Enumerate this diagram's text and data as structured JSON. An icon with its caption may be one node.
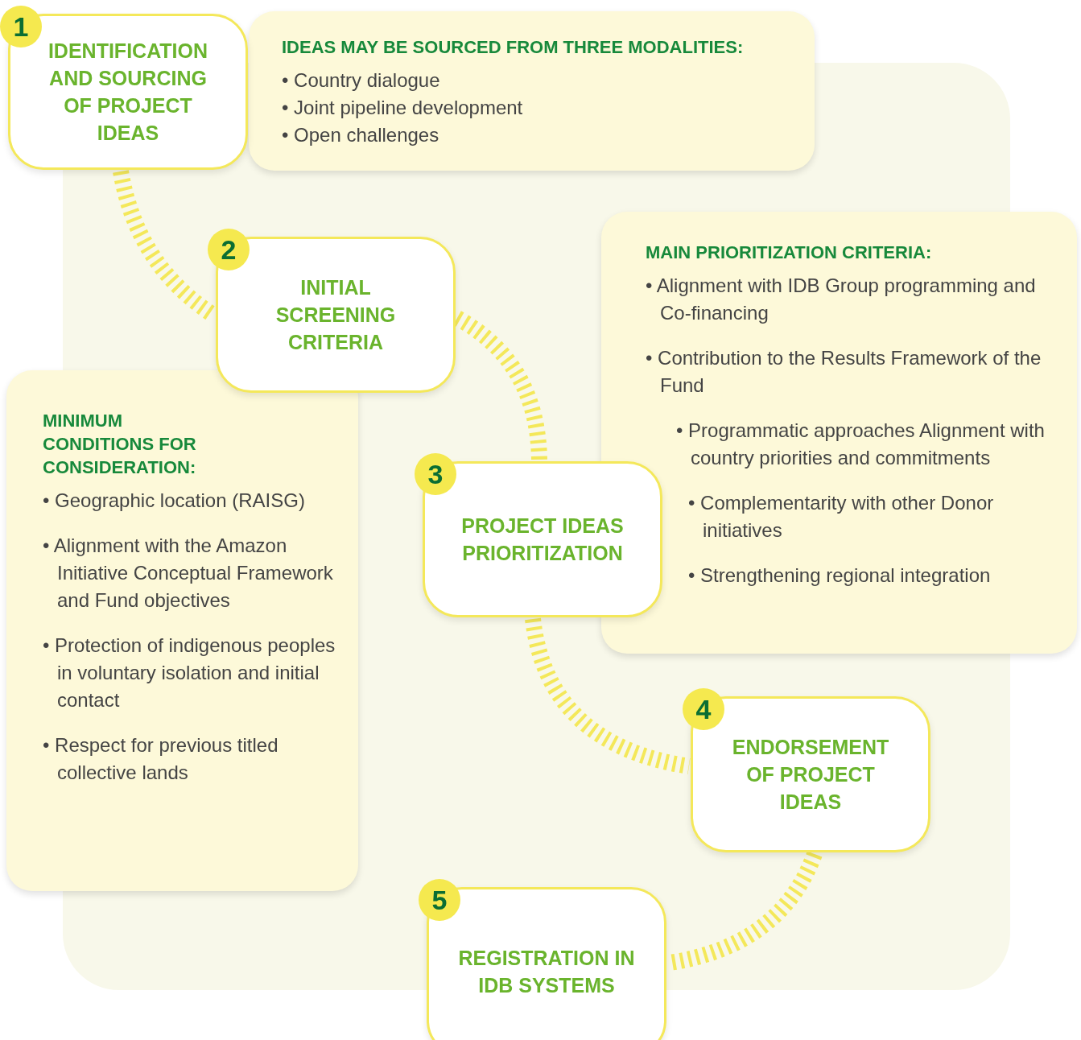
{
  "diagram": {
    "nodes": [
      {
        "text": [
          "1",
          "IDENTIFICATION AND SOURCING OF PROJECT IDEAS"
        ]
      },
      {
        "text": [
          "IDEAS MAY BE SOURCED FROM THREE MODALITIES:",
          "• Country dialogue",
          "• Joint pipeline development",
          "• Open challenges"
        ]
      },
      {
        "text": [
          "2",
          "INITIAL SCREENING CRITERIA"
        ]
      },
      {
        "text": [
          "MINIMUM CONDITIONS FOR CONSIDERATION:",
          "• Geographic location (RAISG)",
          "• Alignment with the Amazon Initiative Conceptual Framework and Fund objectives",
          "• Protection of indigenous peoples in voluntary isolation and initial contact",
          "• Respect for previous titled collective lands"
        ]
      },
      {
        "text": [
          "3",
          "PROJECT IDEAS PRIORITIZATION"
        ]
      },
      {
        "text": [
          "MAIN PRIORITIZATION CRITERIA:",
          "• Alignment with IDB Group programming and Co-financing",
          "• Contribution to the Results Framework of the Fund",
          "• Programmatic approaches Alignment with country priorities and commitments",
          "• Complementarity with other Donor initiatives",
          "• Strengthening regional integration"
        ]
      },
      {
        "text": [
          "4",
          "ENDORSEMENT OF PROJECT IDEAS"
        ]
      },
      {
        "text": [
          "5",
          "REGISTRATION IN IDB SYSTEMS"
        ]
      }
    ],
    "edges": [
      {
        "from": 0,
        "to": 2,
        "arrow": "none",
        "style": "dashed"
      },
      {
        "from": 2,
        "to": 4,
        "arrow": "none",
        "style": "dashed"
      },
      {
        "from": 4,
        "to": 6,
        "arrow": "none",
        "style": "dashed"
      },
      {
        "from": 6,
        "to": 7,
        "arrow": "none",
        "style": "dashed"
      }
    ]
  }
}
